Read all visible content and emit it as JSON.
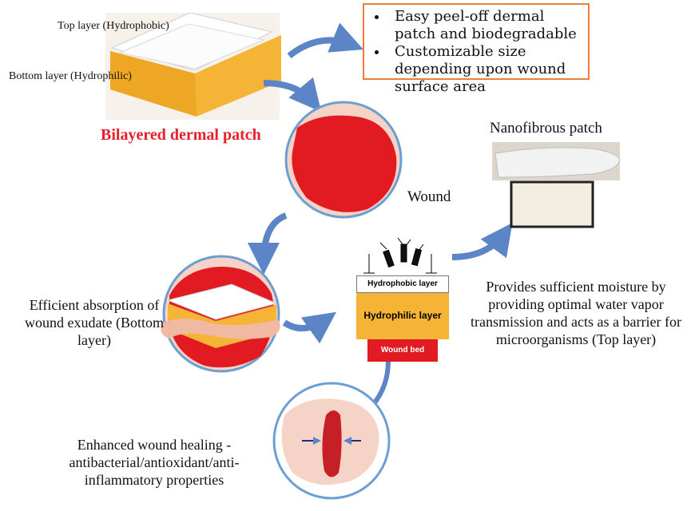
{
  "labels": {
    "top_layer": "Top layer (Hydrophobic)",
    "bottom_layer": "Bottom layer (Hydrophilic)",
    "patch_title": "Bilayered dermal patch",
    "wound": "Wound",
    "nanofibrous": "Nanofibrous patch",
    "absorption": "Efficient absorption of wound exudate (Bottom layer)",
    "moisture": "Provides sufficient moisture by providing optimal water vapor transmission and acts as a barrier for microorganisms (Top layer)",
    "healing": "Enhanced wound healing - antibacterial/antioxidant/anti-inflammatory properties"
  },
  "features": [
    "Easy peel-off dermal patch and biodegradable",
    "Customizable size depending upon wound surface area"
  ],
  "layers": {
    "hydrophobic": "Hydrophobic layer",
    "hydrophilic": "Hydrophilic layer",
    "wound_bed": "Wound bed"
  },
  "colors": {
    "title_red": "#e8202a",
    "box_border": "#ef7d3a",
    "arrow_blue": "#5b85c6",
    "patch_yellow": "#f5b435",
    "wound_red": "#e21b22",
    "skin_pink": "#f6d3c7"
  }
}
